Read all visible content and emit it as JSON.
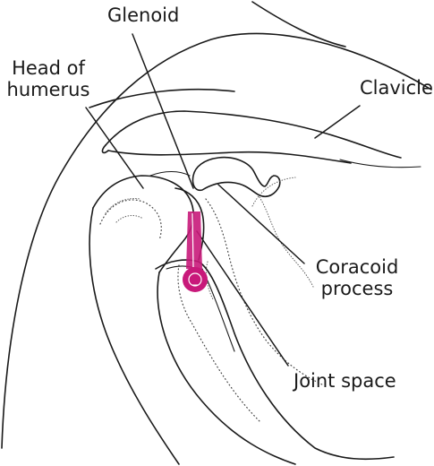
{
  "labels": {
    "glenoid": "Glenoid",
    "head_of_humerus_line1": "Head of",
    "head_of_humerus_line2": "humerus",
    "clavicle": "Clavicle",
    "coracoid_line1": "Coracoid",
    "coracoid_line2": "process",
    "joint_space": "Joint space"
  },
  "colors": {
    "outline": "#1a1a1a",
    "needle": "#c8197a"
  }
}
